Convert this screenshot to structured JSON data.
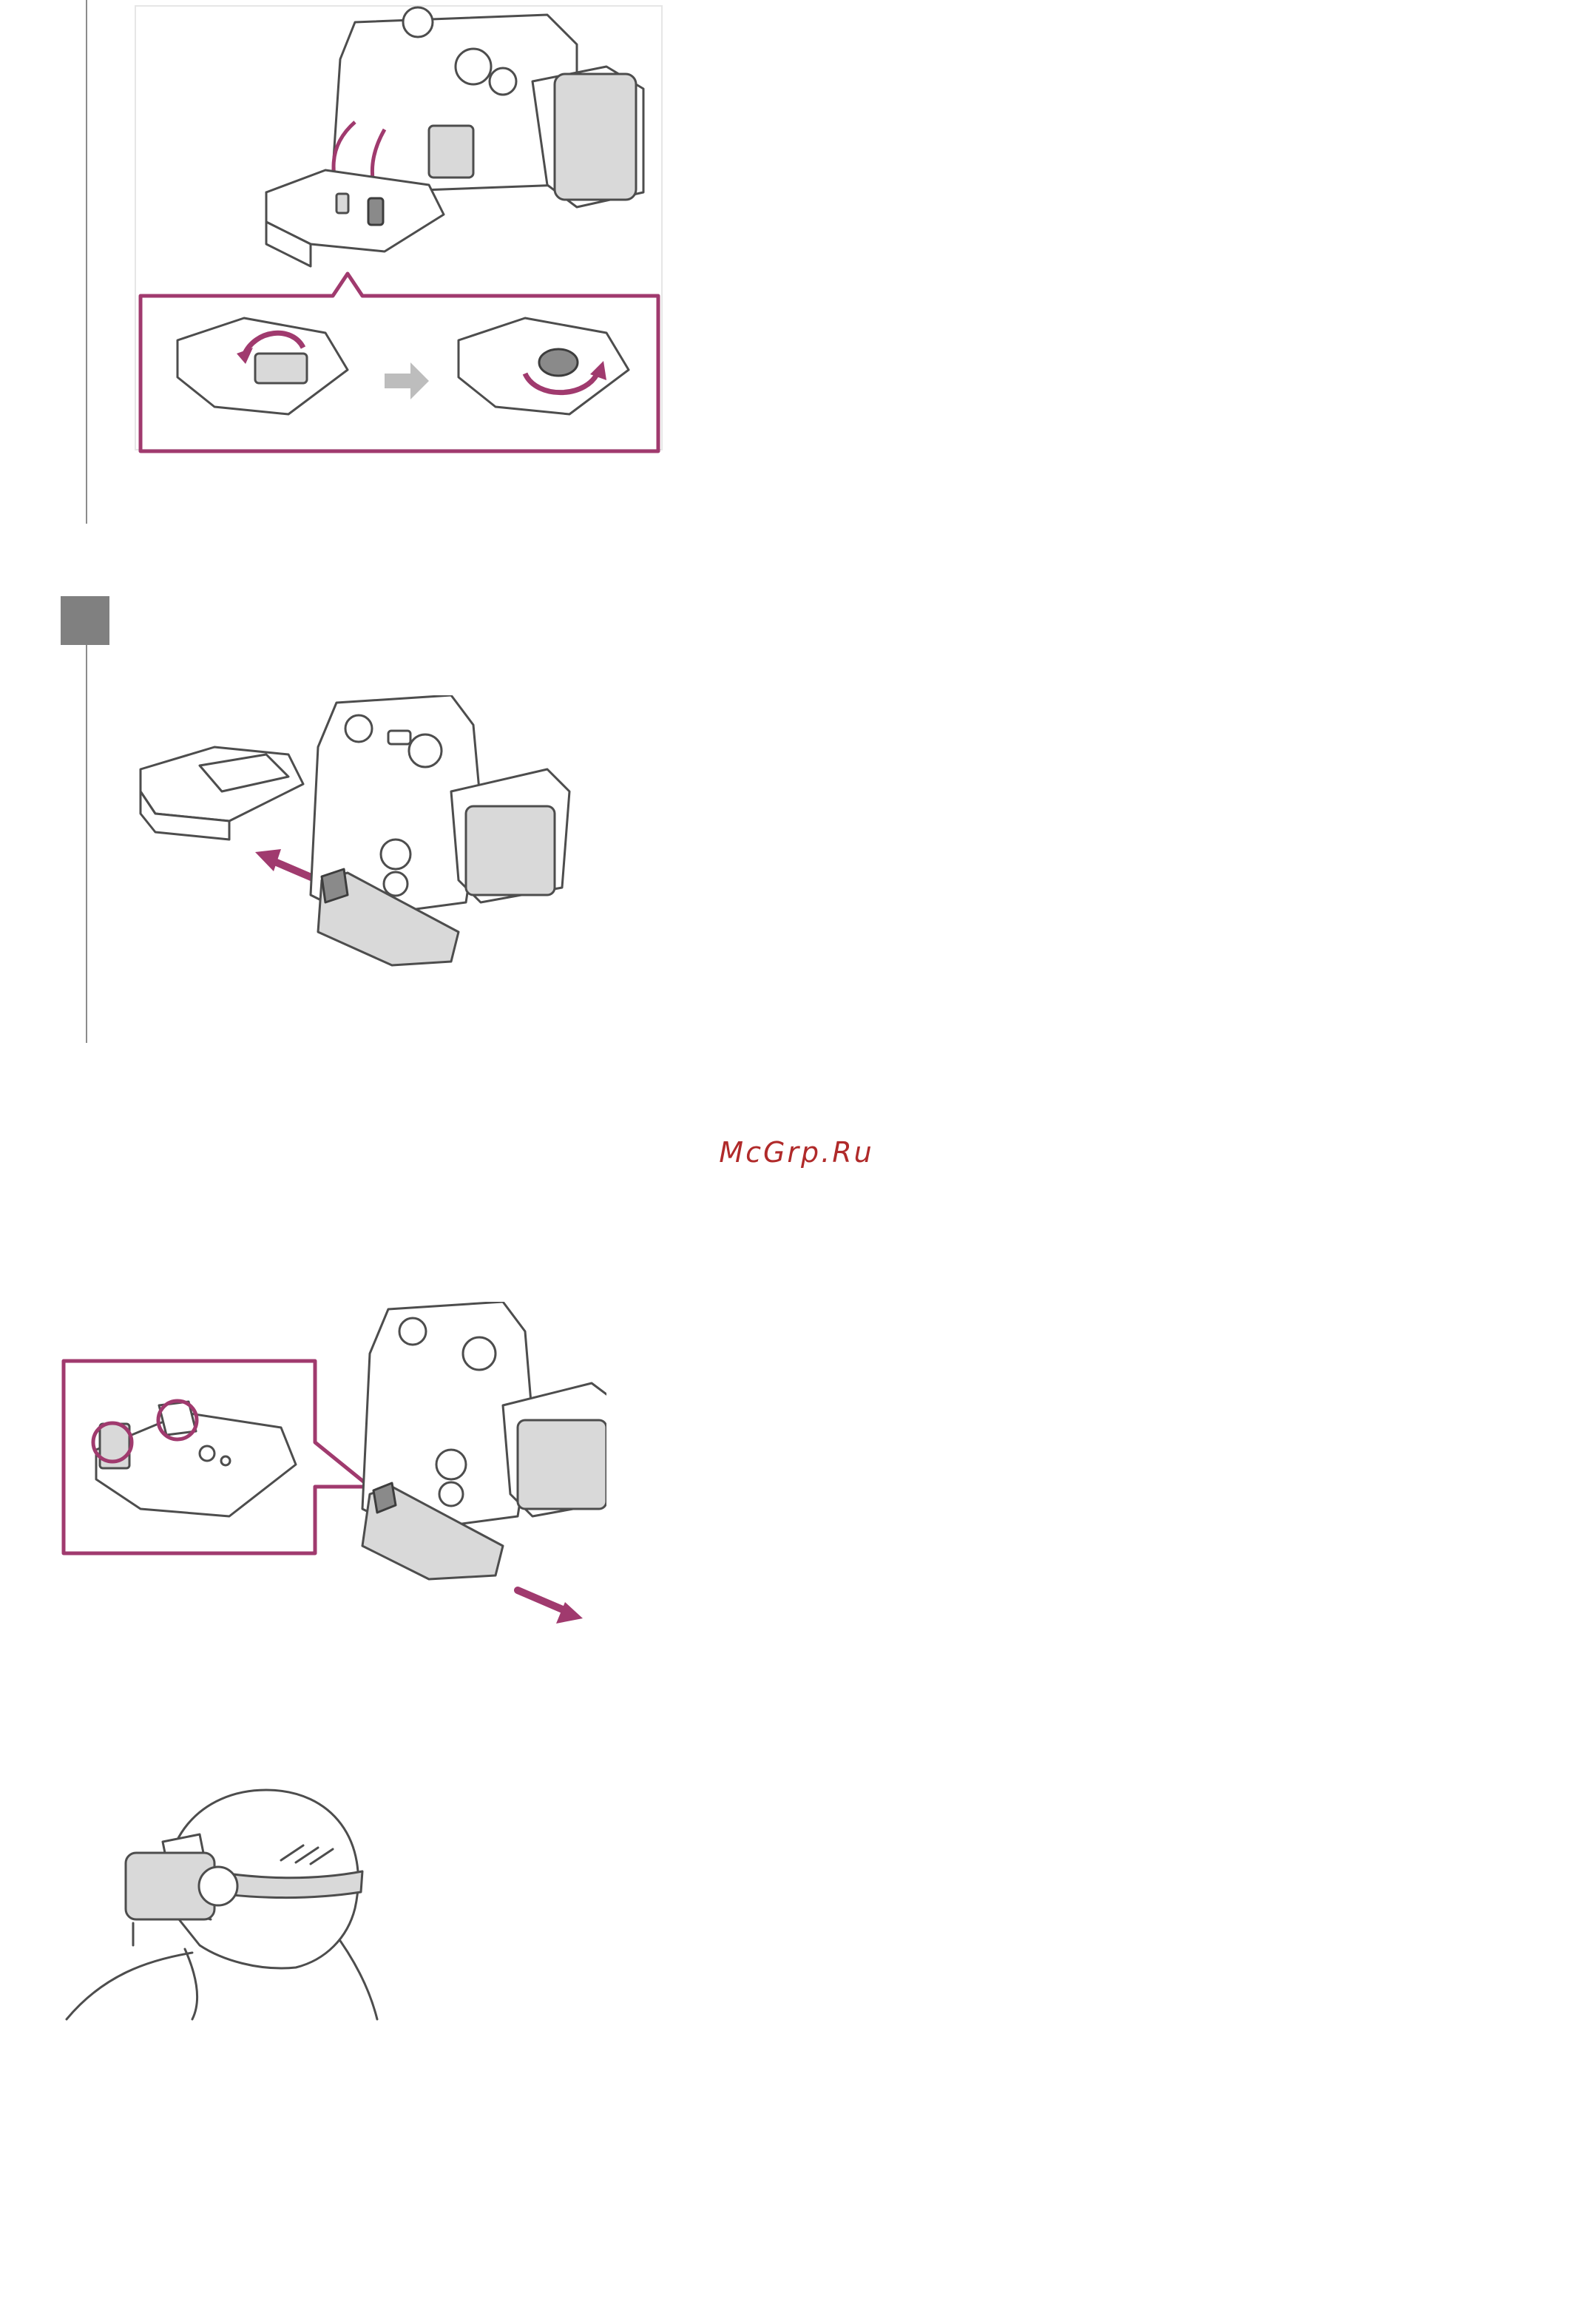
{
  "watermark": {
    "text": "McGrp.Ru"
  },
  "colors": {
    "accent": "#a03a6e",
    "watermark": "#b02a2a",
    "step_marker": "#808080",
    "arrow_gray": "#bdbdbd"
  },
  "figures": [
    {
      "id": "fig1",
      "icon": "attach-buckle-illustration"
    },
    {
      "id": "fig2",
      "icon": "slide-buckle-into-mount-illustration"
    },
    {
      "id": "fig3",
      "icon": "remove-buckle-illustration"
    },
    {
      "id": "fig4",
      "icon": "head-mount-illustration"
    }
  ]
}
